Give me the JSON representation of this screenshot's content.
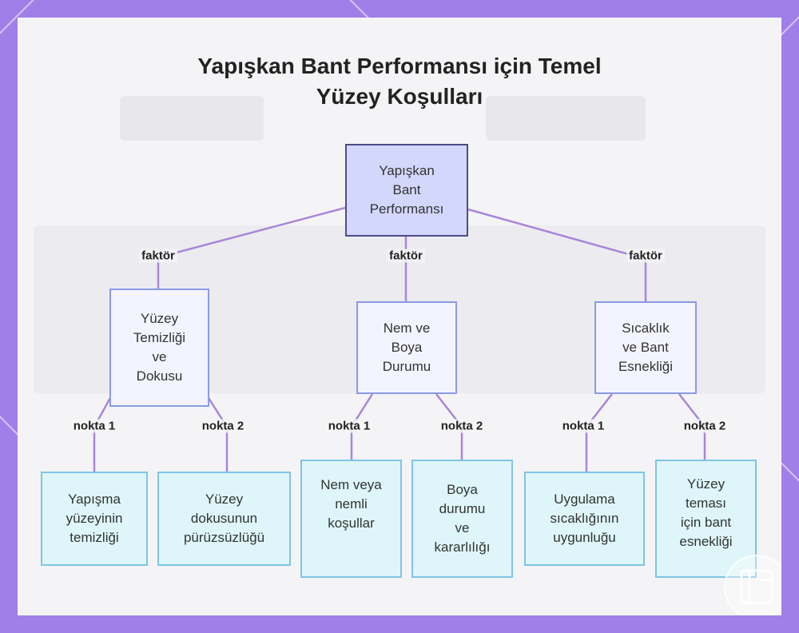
{
  "title_line1": "Yapışkan Bant Performansı için Temel",
  "title_line2": "Yüzey Koşulları",
  "nodes": {
    "root": "Yapışkan\nBant\nPerformansı",
    "surface": "Yüzey\nTemizliği\nve\nDokusu",
    "moisture": "Nem ve\nBoya\nDurumu",
    "temperature": "Sıcaklık\nve Bant\nEsnekliği",
    "leaf_clean": "Yapışma\nyüzeyinin\ntemizliği",
    "leaf_texture": "Yüzey\ndokusunun\npürüzsüzlüğü",
    "leaf_humid": "Nem veya\nnemli\nkoşullar",
    "leaf_paint": "Boya\ndurumu\nve\nkararlılığı",
    "leaf_temp": "Uygulama\nsıcaklığının\nuygunluğu",
    "leaf_flex": "Yüzey\nteması\niçin bant\nesnekliği"
  },
  "edge_labels": {
    "factor_1": "faktör",
    "factor_2": "faktör",
    "factor_3": "faktör",
    "point_1a": "nokta 1",
    "point_2a": "nokta 2",
    "point_1b": "nokta 1",
    "point_2b": "nokta 2",
    "point_1c": "nokta 1",
    "point_2c": "nokta 2"
  },
  "colors": {
    "background": "#a07fe8",
    "link": "#a986d8",
    "root_fill": "#d3d7fb",
    "mid_fill": "#f3f4ff",
    "leaf_fill": "#def6f9"
  }
}
